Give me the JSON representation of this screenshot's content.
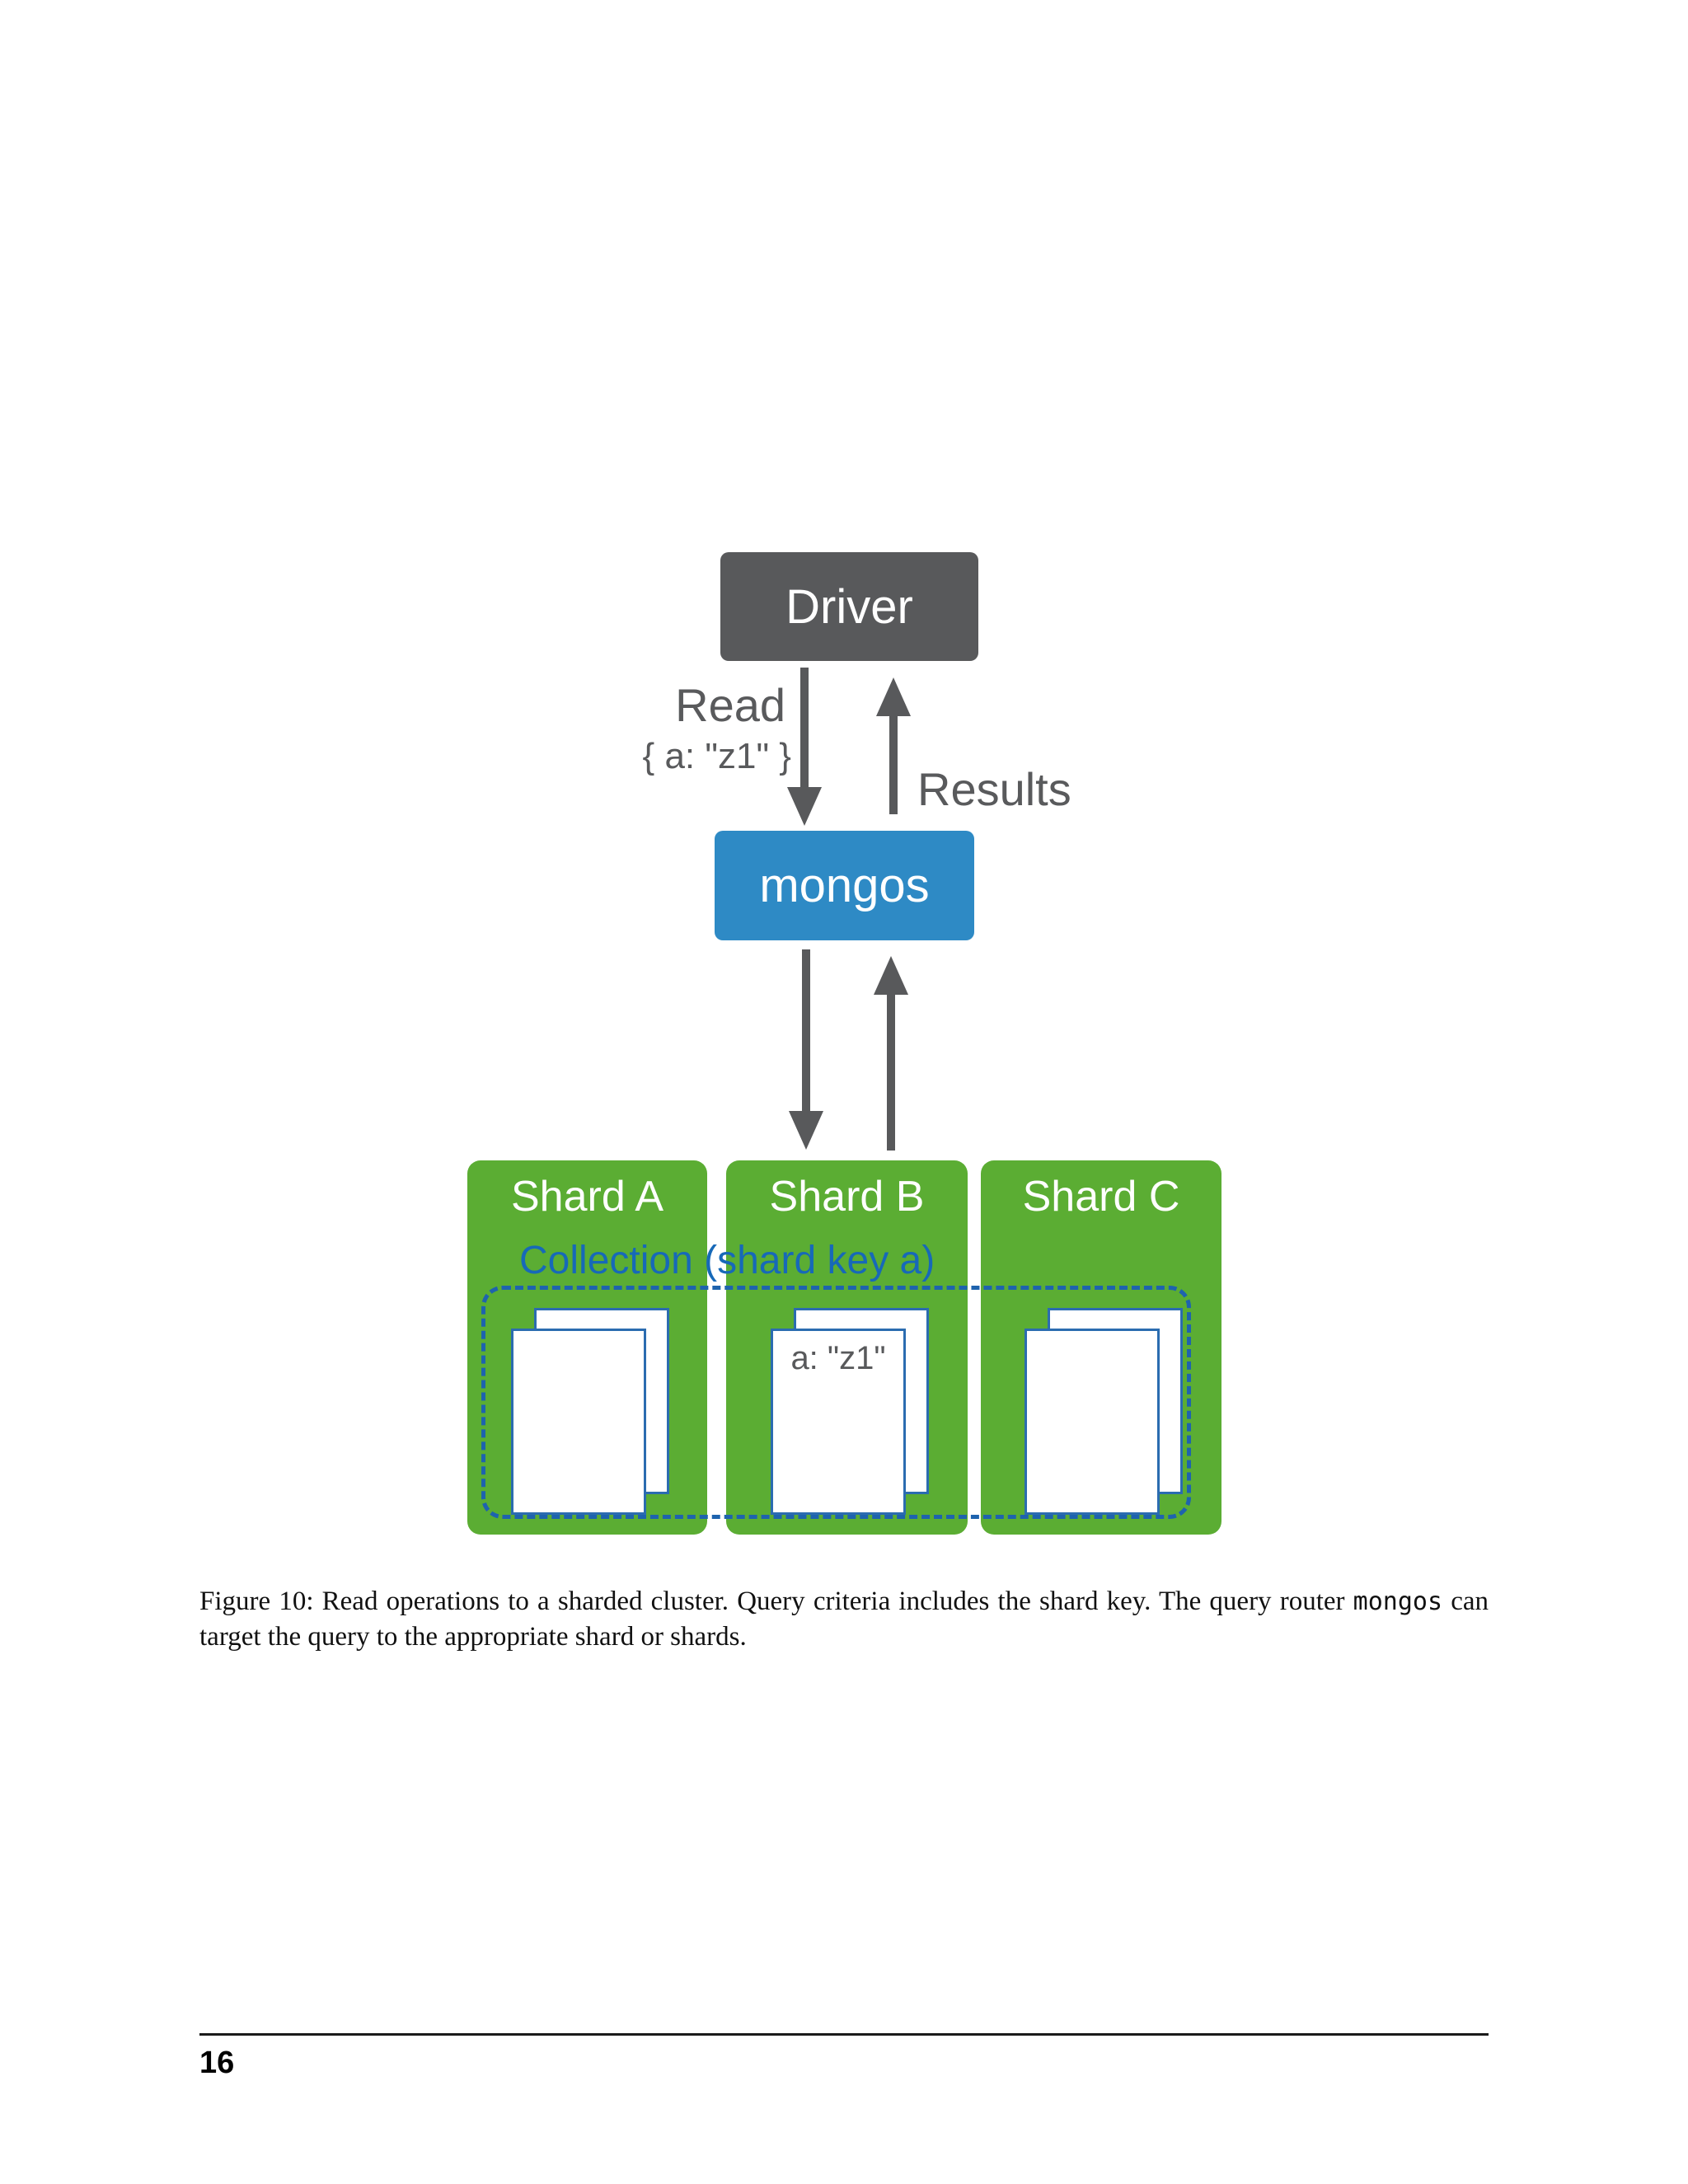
{
  "diagram": {
    "driver_label": "Driver",
    "mongos_label": "mongos",
    "read_label": "Read",
    "read_query": "{ a: \"z1\" }",
    "results_label": "Results",
    "collection_label": "Collection (shard key a)",
    "shards": [
      {
        "name": "Shard A"
      },
      {
        "name": "Shard B",
        "doc_label": "a: \"z1\""
      },
      {
        "name": "Shard C"
      }
    ],
    "colors": {
      "driver_gray": "#58595B",
      "mongos_blue": "#2E8AC5",
      "shard_green": "#5BAD33",
      "collection_text_blue": "#1769B8",
      "collection_dash_blue": "#1E63AE",
      "document_border_blue": "#2B6CB0",
      "arrow_gray": "#58595B"
    }
  },
  "caption": {
    "prefix": "Figure 10: Read operations to a sharded cluster. Query criteria includes the shard key. The query router ",
    "code": "mongos",
    "suffix": " can target the query to the appropriate shard or shards."
  },
  "footer": {
    "page_number": "16"
  }
}
